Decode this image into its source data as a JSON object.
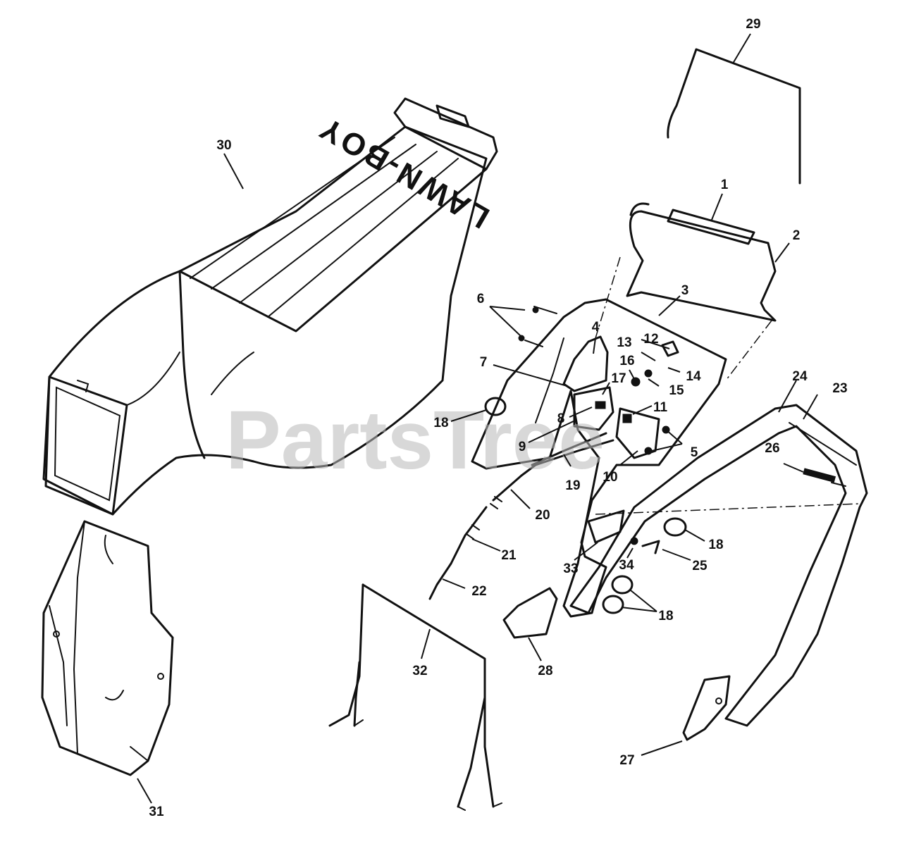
{
  "diagram": {
    "brand_text": "LAWN-BOY",
    "watermark": "PartsTree",
    "callouts": [
      "1",
      "2",
      "3",
      "4",
      "5",
      "6",
      "7",
      "8",
      "9",
      "10",
      "11",
      "12",
      "13",
      "14",
      "15",
      "16",
      "17",
      "18",
      "18",
      "18",
      "19",
      "20",
      "21",
      "22",
      "23",
      "24",
      "25",
      "26",
      "27",
      "28",
      "29",
      "30",
      "31",
      "32",
      "33",
      "34"
    ]
  }
}
